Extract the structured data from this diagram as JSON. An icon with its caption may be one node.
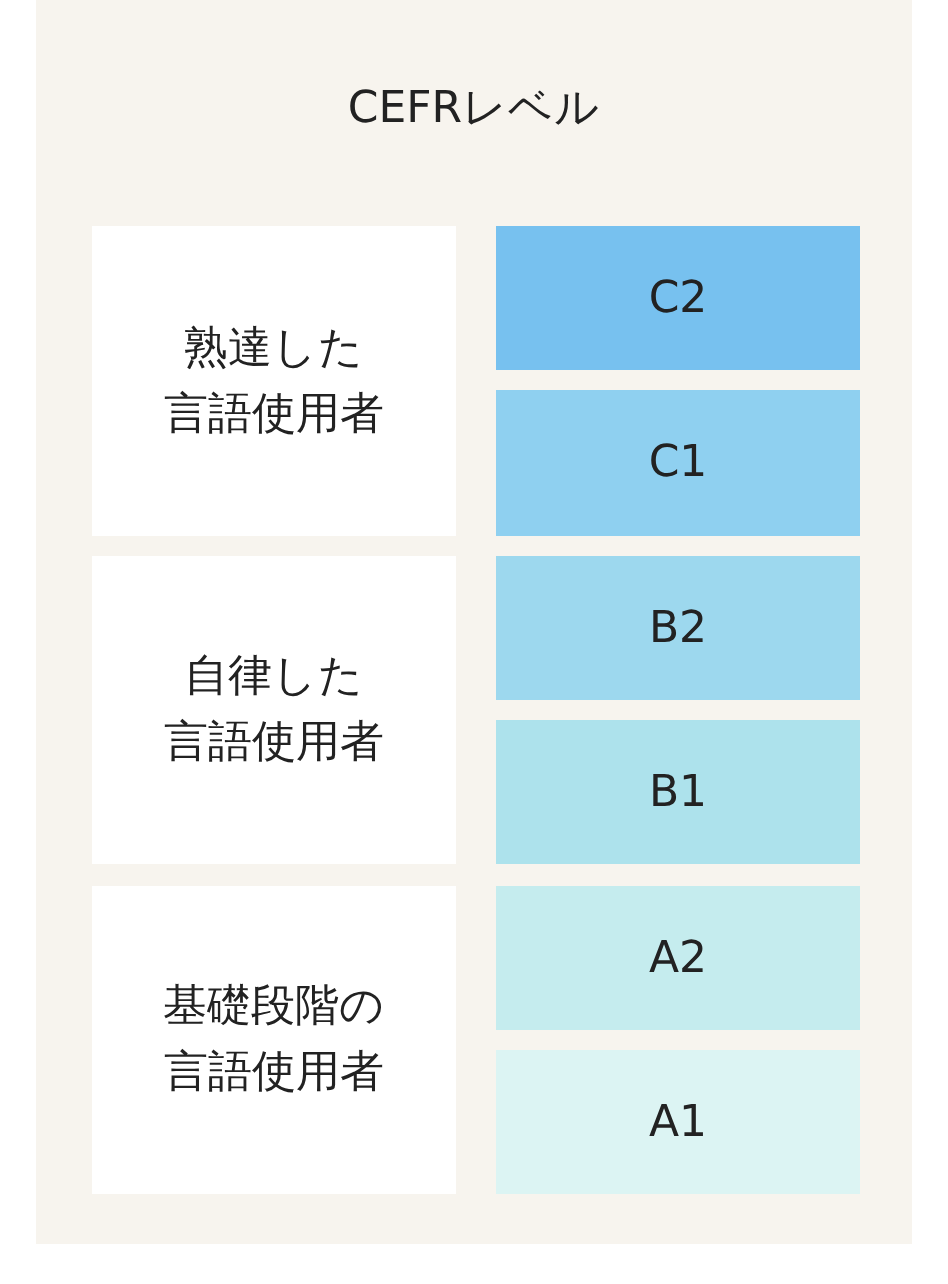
{
  "diagram": {
    "nodes": [
      {
        "text": [
          "CEFRレベル"
        ]
      },
      {
        "text": [
          "熟達した言語使用者"
        ],
        "in": 0
      },
      {
        "text": [
          "C2"
        ],
        "in": 0
      },
      {
        "text": [
          "C1"
        ],
        "in": 0
      },
      {
        "text": [
          "自律した言語使用者"
        ],
        "in": 0
      },
      {
        "text": [
          "B2"
        ],
        "in": 0
      },
      {
        "text": [
          "B1"
        ],
        "in": 0
      },
      {
        "text": [
          "基礎段階の言語使用者"
        ],
        "in": 0
      },
      {
        "text": [
          "A2"
        ],
        "in": 0
      },
      {
        "text": [
          "A1"
        ],
        "in": 0
      }
    ],
    "edges": []
  }
}
